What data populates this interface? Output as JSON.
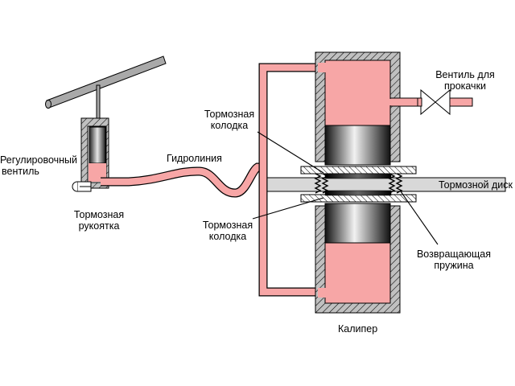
{
  "colors": {
    "fluid": "#f7a6a6",
    "housing": "#c0c0c0",
    "hatch": "#000000",
    "outline": "#000000",
    "disc": "#d8d8d8",
    "handle": "#a9a9a9"
  },
  "labels": {
    "valve_line1": "Регулировочный",
    "valve_line2": "вентиль",
    "handle_line1": "Тормозная",
    "handle_line2": "рукоятка",
    "hydroline": "Гидролиния",
    "pad_top_line1": "Тормозная",
    "pad_top_line2": "колодка",
    "pad_bottom_line1": "Тормозная",
    "pad_bottom_line2": "колодка",
    "bleed_line1": "Вентиль для",
    "bleed_line2": "прокачки",
    "disc": "Тормозной диск",
    "spring_line1": "Возвращающая",
    "spring_line2": "пружина",
    "caliper": "Калипер"
  },
  "icons": [
    "brake-lever-icon",
    "master-cylinder-icon",
    "adjusting-valve-icon",
    "bleed-valve-icon",
    "caliper-icon",
    "brake-disc-icon",
    "return-spring-icon"
  ]
}
